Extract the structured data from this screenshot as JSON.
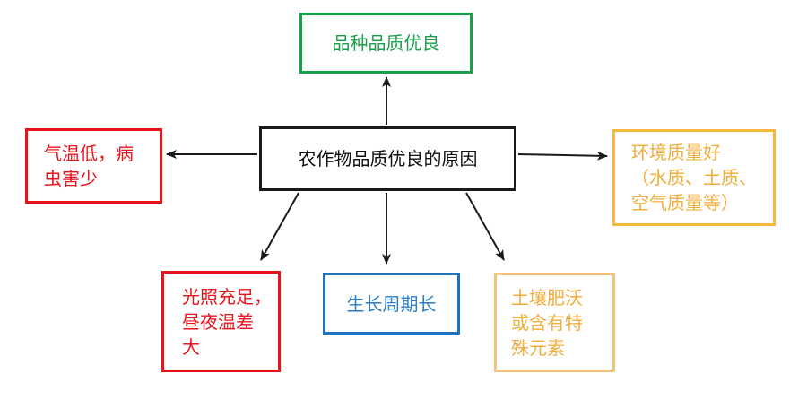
{
  "center": {
    "label": "农作物品质优良的原因"
  },
  "nodes": {
    "top": {
      "label": "品种品质优良"
    },
    "left": {
      "label": "气温低，病\n虫害少"
    },
    "right": {
      "label": "环境质量好\n（水质、土质、\n空气质量等）"
    },
    "bottom": [
      {
        "label": "光照充足，\n昼夜温差\n大"
      },
      {
        "label": "生长周期长"
      },
      {
        "label": "土壤肥沃\n或含有特\n殊元素"
      }
    ]
  },
  "colors": {
    "center": "#1a1a1a",
    "green": "#1aa04a",
    "red": "#e8141c",
    "orange": "#f0ad3a",
    "blue": "#1e73be",
    "arrow": "#1a1a1a"
  }
}
